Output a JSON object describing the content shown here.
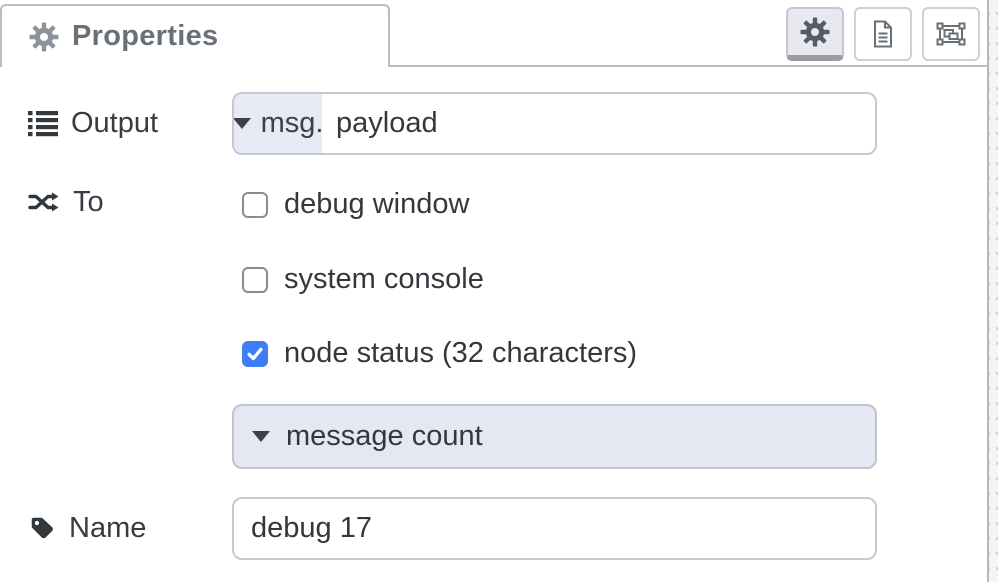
{
  "header": {
    "tab_label": "Properties",
    "buttons": [
      {
        "id": "properties",
        "icon": "gear-icon",
        "selected": true
      },
      {
        "id": "description",
        "icon": "document-icon",
        "selected": false
      },
      {
        "id": "appearance",
        "icon": "object-group-icon",
        "selected": false
      }
    ]
  },
  "form": {
    "output": {
      "label": "Output",
      "icon": "list-icon",
      "prefix": "msg.",
      "value": "payload"
    },
    "to": {
      "label": "To",
      "icon": "shuffle-icon",
      "checkboxes": [
        {
          "label": "debug window",
          "checked": false
        },
        {
          "label": "system console",
          "checked": false
        },
        {
          "label": "node status (32 characters)",
          "checked": true
        }
      ],
      "dropdown_value": "message count"
    },
    "name": {
      "label": "Name",
      "icon": "tag-icon",
      "value": "debug 17"
    }
  },
  "colors": {
    "checkbox_checked": "#3d7ef7",
    "lavender_fill": "#e7e9f4",
    "select_fill": "#e5e7f2",
    "input_border": "#c6c9cf",
    "tab_border": "#b9bcc2",
    "selected_button_bg": "#e8e8f0",
    "selected_button_underline": "#9b9ba6",
    "label_text": "#373c42",
    "tab_text": "#697077"
  }
}
